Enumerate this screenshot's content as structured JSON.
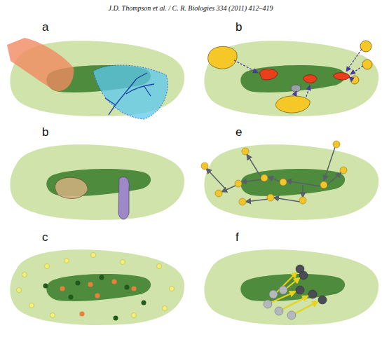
{
  "diagram": {
    "labels": [
      "J.D. Thompson et al. / C. R. Biologies 334 (2011) 412–419",
      "a",
      "b",
      "b",
      "e",
      "c",
      "f"
    ]
  }
}
